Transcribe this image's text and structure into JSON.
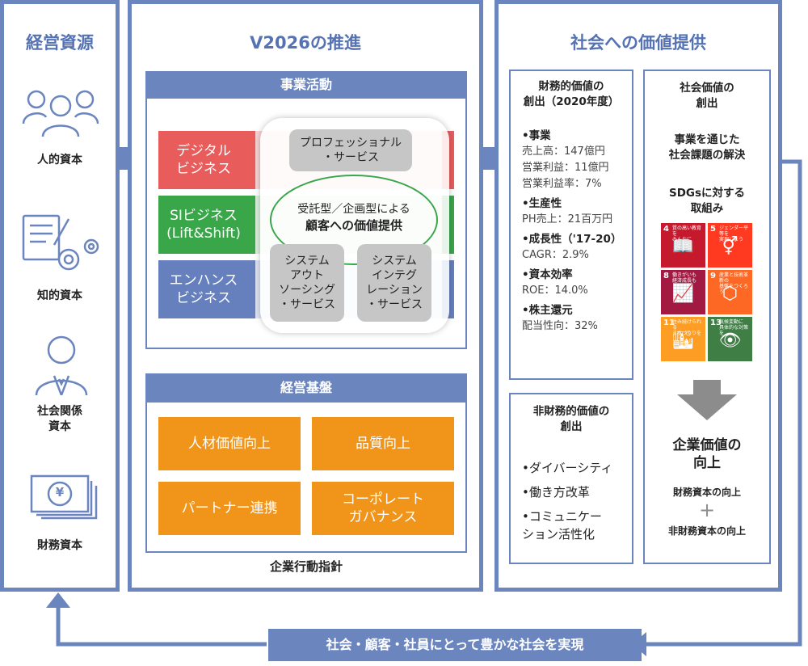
{
  "resources": {
    "title": "経営資源",
    "items": [
      "人的資本",
      "知的資本",
      "社会関係\n資本",
      "財務資本"
    ],
    "yen": "¥"
  },
  "v2026": {
    "title": "V2026の推進",
    "business": {
      "header": "事業活動",
      "bars": [
        "デジタル\nビジネス",
        "SIビジネス\n(Lift&Shift)",
        "エンハンス\nビジネス"
      ],
      "bar_colors": [
        "#e85c5c",
        "#3aa64a",
        "#6680bd"
      ],
      "pro_service": "プロフェッショナル\n・サービス",
      "center_line1": "受託型／企画型による",
      "center_line2": "顧客への価値提供",
      "outsourcing": "システム\nアウト\nソーシング\n・サービス",
      "integration": "システム\nインテグ\nレーション\n・サービス"
    },
    "foundation": {
      "header": "経営基盤",
      "items": [
        "人材価値向上",
        "品質向上",
        "パートナー連携",
        "コーポレート\nガバナンス"
      ]
    },
    "guideline": "企業行動指針"
  },
  "value": {
    "title": "社会への価値提供",
    "financial": {
      "title": "財務的価値の\n創出（2020年度）",
      "sections": [
        {
          "head": "•事業",
          "lines": [
            "売上高：147億円",
            "営業利益：11億円",
            "営業利益率：7%"
          ]
        },
        {
          "head": "•生産性",
          "lines": [
            "PH売上：21百万円"
          ]
        },
        {
          "head": "•成長性（'17-20）",
          "lines": [
            "CAGR：2.9%"
          ]
        },
        {
          "head": "•資本効率",
          "lines": [
            "ROE：14.0%"
          ]
        },
        {
          "head": "•株主還元",
          "lines": [
            "配当性向：32%"
          ]
        }
      ]
    },
    "nonfinancial": {
      "title": "非財務的価値の\n創出",
      "items": [
        "•ダイバーシティ",
        "•働き方改革",
        "•コミュニケー\nション活性化"
      ]
    },
    "social": {
      "title": "社会価値の\n創出",
      "issue": "事業を通じた\n社会課題の解決",
      "sdgs": "SDGsに対する\n取組み",
      "goals": [
        {
          "num": "4",
          "text": "質の高い教育を\nみんなに",
          "color": "#c5192d",
          "icon": "📖"
        },
        {
          "num": "5",
          "text": "ジェンダー平等を\n実現しよう",
          "color": "#ff3a21",
          "icon": "⚥"
        },
        {
          "num": "8",
          "text": "働きがいも\n経済成長も",
          "color": "#a21942",
          "icon": "📈"
        },
        {
          "num": "9",
          "text": "産業と技術革新の\n基盤をつくろう",
          "color": "#fd6925",
          "icon": "⬡"
        },
        {
          "num": "11",
          "text": "住み続けられる\nまちづくりを",
          "color": "#fd9d24",
          "icon": "🏙"
        },
        {
          "num": "13",
          "text": "気候変動に\n具体的な対策を",
          "color": "#3f7e44",
          "icon": "👁"
        }
      ],
      "result_title": "企業価値の\n向上",
      "result_line1": "財務資本の向上",
      "plus": "+",
      "result_line2": "非財務資本の向上"
    }
  },
  "bottom_banner": "社会・顧客・社員にとって豊かな社会を実現",
  "colors": {
    "frame": "#6b85bf",
    "title": "#5572b3",
    "orange": "#f0951a",
    "grey_arrow": "#8c8c8c"
  }
}
